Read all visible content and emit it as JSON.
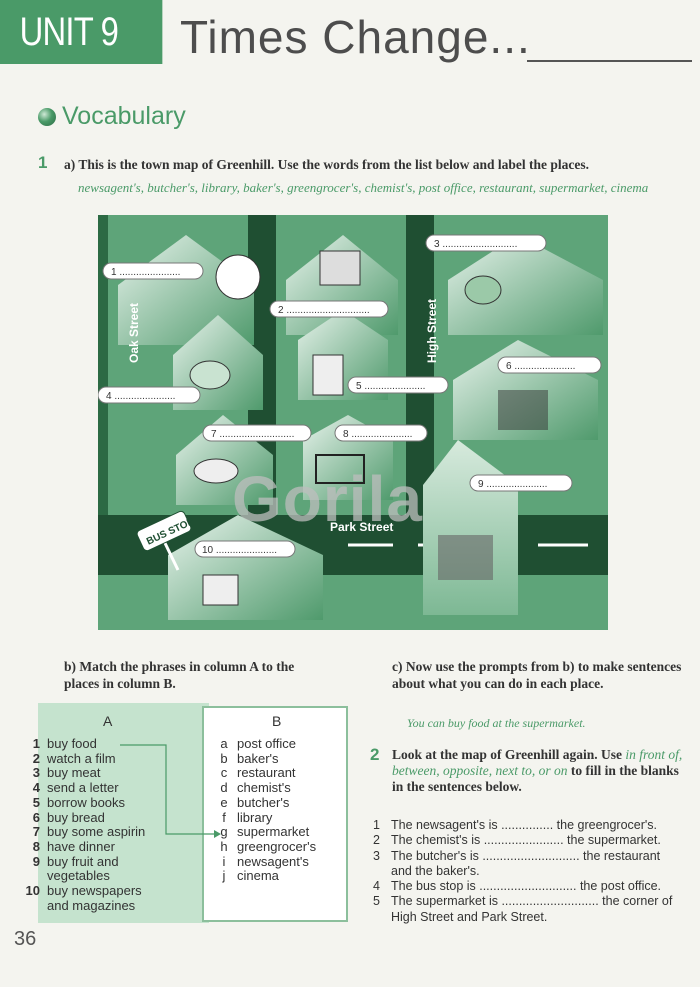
{
  "header": {
    "unit": "UNIT 9",
    "title": "Times Change..."
  },
  "section": "Vocabulary",
  "ex1": {
    "num": "1",
    "instruction_a": "a) This is the town map of Greenhill. Use the words from the list below and label the places.",
    "word_list": "newsagent's, butcher's, library, baker's, greengrocer's, chemist's, post office, restaurant, supermarket, cinema"
  },
  "map": {
    "streets": {
      "oak": "Oak Street",
      "high": "High Street",
      "park": "Park Street"
    },
    "bus_stop": "BUS STOP",
    "labels": [
      "1 ......................",
      "2 ..............................",
      "3 ...........................",
      "4 ......................",
      "5 ......................",
      "6 ......................",
      "7 ...........................",
      "8 ......................",
      "9 ......................",
      "10 ......................"
    ],
    "watermark": "Gorila"
  },
  "ex1b": "b) Match the phrases in column A to the places in column B.",
  "ex1c": "c) Now use the prompts from b) to make sentences about what you can do in each place.",
  "ex1c_example": "You can buy food at the supermarket.",
  "table": {
    "colA": "A",
    "colB": "B",
    "a_items": [
      {
        "n": "1",
        "t": "buy food"
      },
      {
        "n": "2",
        "t": "watch a film"
      },
      {
        "n": "3",
        "t": "buy meat"
      },
      {
        "n": "4",
        "t": "send a letter"
      },
      {
        "n": "5",
        "t": "borrow books"
      },
      {
        "n": "6",
        "t": "buy bread"
      },
      {
        "n": "7",
        "t": "buy some aspirin"
      },
      {
        "n": "8",
        "t": "have dinner"
      },
      {
        "n": "9",
        "t": "buy fruit and"
      },
      {
        "n": "",
        "t": "vegetables"
      },
      {
        "n": "10",
        "t": "buy newspapers"
      },
      {
        "n": "",
        "t": "and magazines"
      }
    ],
    "b_items": [
      {
        "l": "a",
        "t": "post office"
      },
      {
        "l": "b",
        "t": "baker's"
      },
      {
        "l": "c",
        "t": "restaurant"
      },
      {
        "l": "d",
        "t": "chemist's"
      },
      {
        "l": "e",
        "t": "butcher's"
      },
      {
        "l": "f",
        "t": "library"
      },
      {
        "l": "g",
        "t": "supermarket"
      },
      {
        "l": "h",
        "t": "greengrocer's"
      },
      {
        "l": "i",
        "t": "newsagent's"
      },
      {
        "l": "j",
        "t": "cinema"
      }
    ]
  },
  "ex2": {
    "num": "2",
    "text1": "Look at the map of Greenhill again. Use ",
    "preps": "in front of, between, opposite, next to, or on",
    "text2": " to fill in the blanks in the sentences below.",
    "sentences": [
      {
        "n": "1",
        "t": "The newsagent's is ............... the greengrocer's."
      },
      {
        "n": "2",
        "t": "The chemist's is ....................... the supermarket."
      },
      {
        "n": "3",
        "t": "The butcher's is ............................ the restaurant and the baker's."
      },
      {
        "n": "4",
        "t": "The bus stop is ............................ the post office."
      },
      {
        "n": "5",
        "t": "The supermarket is ............................ the corner of High Street and Park Street."
      }
    ]
  },
  "page_number": "36"
}
